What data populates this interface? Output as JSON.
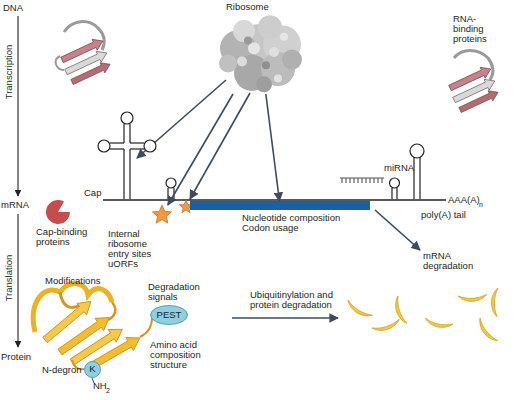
{
  "diagram": {
    "nodes": [
      {
        "text": [
          "Ribosome"
        ]
      },
      {
        "text": [
          "Internal ribosome entry sites",
          "uORFs"
        ]
      },
      {
        "text": [
          "Nucleotide composition",
          "Codon usage"
        ]
      },
      {
        "text": [
          "PEST"
        ]
      },
      {
        "text": [
          "K"
        ]
      }
    ],
    "edges": [
      {
        "from": 0,
        "to": 1,
        "arrow": "to"
      },
      {
        "from": 0,
        "to": 2,
        "arrow": "to"
      }
    ],
    "labels": [
      "DNA",
      "Transcription",
      "mRNA",
      "Translation",
      "Protein",
      "Cap",
      "Cap-binding proteins",
      "miRNA",
      "RNA-binding proteins",
      "AAA(A)",
      "n",
      "poly(A) tail",
      "mRNA degradation",
      "Modifications",
      "Degradation signals",
      "Amino acid composition structure",
      "Ubiquitinylation and protein degradation",
      "N-degron",
      "NH",
      "2"
    ]
  }
}
